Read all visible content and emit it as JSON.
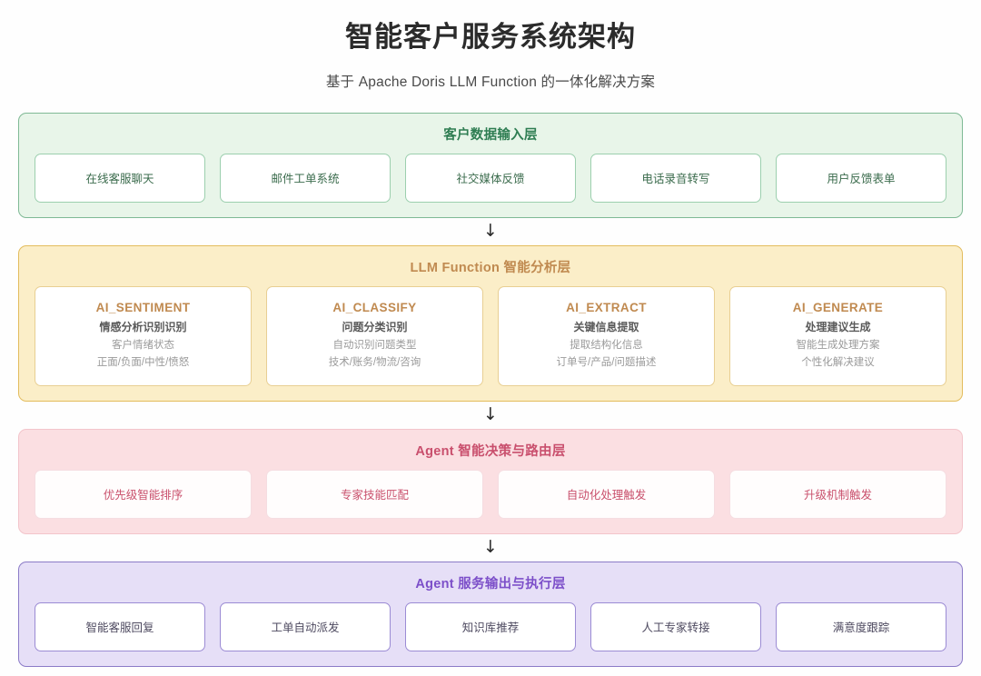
{
  "header": {
    "title": "智能客户服务系统架构",
    "subtitle": "基于 Apache Doris LLM Function 的一体化解决方案"
  },
  "arrow_glyph": "↓",
  "colors": {
    "input_layer_bg": "#e8f5e9",
    "input_layer_border": "#7fb995",
    "input_layer_text": "#2e7d52",
    "llm_layer_bg": "#fbeec8",
    "llm_layer_border": "#e3bc5d",
    "llm_layer_text": "#c08a50",
    "agent_layer_bg": "#fbdfe2",
    "agent_layer_border": "#f3c5cb",
    "agent_layer_text": "#c94f6d",
    "output_layer_bg": "#e6dff7",
    "output_layer_border": "#8b7bc7",
    "output_layer_text": "#7c4fc9",
    "page_bg": "#fefefe",
    "title_text": "#2b2b2b"
  },
  "layers": [
    {
      "id": "input",
      "title": "客户数据输入层",
      "cards": [
        {
          "label": "在线客服聊天"
        },
        {
          "label": "邮件工单系统"
        },
        {
          "label": "社交媒体反馈"
        },
        {
          "label": "电话录音转写"
        },
        {
          "label": "用户反馈表单"
        }
      ]
    },
    {
      "id": "llm",
      "title": "LLM Function 智能分析层",
      "cards": [
        {
          "name": "AI_SENTIMENT",
          "sub": "情感分析识别识别",
          "desc1": "客户情绪状态",
          "desc2": "正面/负面/中性/愤怒"
        },
        {
          "name": "AI_CLASSIFY",
          "sub": "问题分类识别",
          "desc1": "自动识别问题类型",
          "desc2": "技术/账务/物流/咨询"
        },
        {
          "name": "AI_EXTRACT",
          "sub": "关键信息提取",
          "desc1": "提取结构化信息",
          "desc2": "订单号/产品/问题描述"
        },
        {
          "name": "AI_GENERATE",
          "sub": "处理建议生成",
          "desc1": "智能生成处理方案",
          "desc2": "个性化解决建议"
        }
      ]
    },
    {
      "id": "agent",
      "title": "Agent 智能决策与路由层",
      "cards": [
        {
          "label": "优先级智能排序"
        },
        {
          "label": "专家技能匹配"
        },
        {
          "label": "自动化处理触发"
        },
        {
          "label": "升级机制触发"
        }
      ]
    },
    {
      "id": "output",
      "title": "Agent 服务输出与执行层",
      "cards": [
        {
          "label": "智能客服回复"
        },
        {
          "label": "工单自动派发"
        },
        {
          "label": "知识库推荐"
        },
        {
          "label": "人工专家转接"
        },
        {
          "label": "满意度跟踪"
        }
      ]
    }
  ]
}
